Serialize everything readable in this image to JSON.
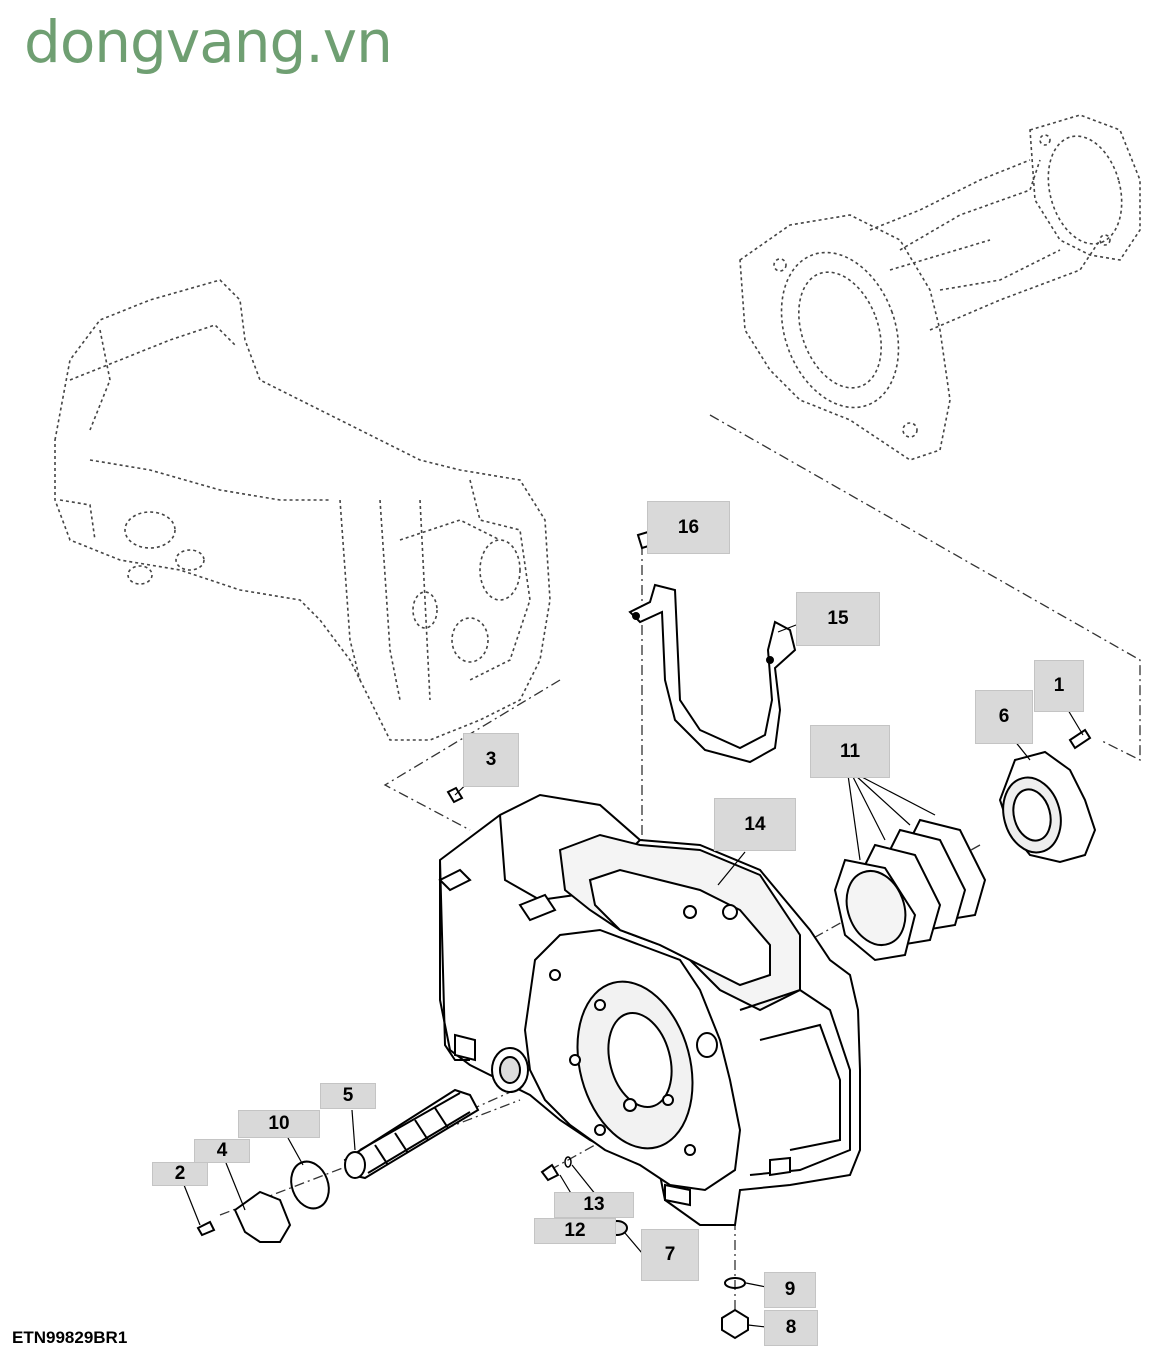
{
  "watermark": {
    "text": "dongvang.vn",
    "color": "#6f9f72"
  },
  "figure_id": "ETN99829BR1",
  "callouts": [
    {
      "label": "1"
    },
    {
      "label": "2"
    },
    {
      "label": "3"
    },
    {
      "label": "4"
    },
    {
      "label": "5"
    },
    {
      "label": "6"
    },
    {
      "label": "7"
    },
    {
      "label": "8"
    },
    {
      "label": "9"
    },
    {
      "label": "10"
    },
    {
      "label": "11"
    },
    {
      "label": "12"
    },
    {
      "label": "13"
    },
    {
      "label": "14"
    },
    {
      "label": "15"
    },
    {
      "label": "16"
    }
  ],
  "colors": {
    "line": "#000000",
    "phantom": "#333333",
    "callout_bg": "#d9d9d9"
  }
}
